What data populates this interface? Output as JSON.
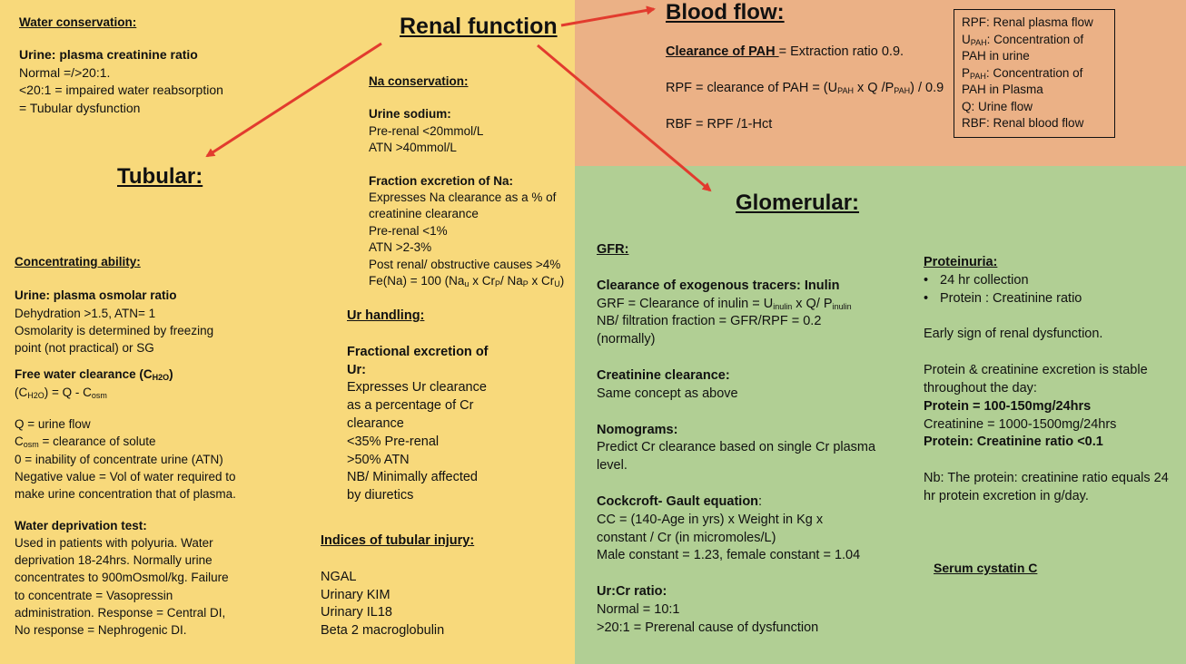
{
  "title": "Renal function",
  "sections": {
    "tubular_title": "Tubular:",
    "blood_title": "Blood flow:",
    "glom_title": "Glomerular:"
  },
  "water": {
    "heading": "Water conservation:",
    "sub": "Urine: plasma creatinine ratio",
    "l1": "Normal =/>20:1.",
    "l2": "<20:1 = impaired water reabsorption",
    "l3": "= Tubular dysfunction"
  },
  "conc": {
    "heading": "Concentrating ability:",
    "sub1": "Urine: plasma osmolar ratio",
    "l1": "Dehydration >1.5, ATN= 1",
    "l2": "Osmolarity is determined by freezing",
    "l3": "point (not practical) or SG",
    "sub2_a": "Free water clearance (C",
    "sub2_sub": "H2O",
    "sub2_b": ")",
    "eq_a": "(C",
    "eq_sub": "H2O",
    "eq_b": ") = Q - C",
    "eq_sub2": "osm",
    "q": "Q = urine flow",
    "cosm_a": "C",
    "cosm_sub": "osm",
    "cosm_b": " = clearance of solute",
    "l4": "0 = inability of concentrate urine (ATN)",
    "l5": "Negative value = Vol of water required to",
    "l6": "make urine concentration that of plasma.",
    "sub3": "Water deprivation test:",
    "w1": "Used in patients with polyuria. Water",
    "w2": "deprivation 18-24hrs. Normally urine",
    "w3": "concentrates to 900mOsmol/kg. Failure",
    "w4": "to concentrate = Vasopressin",
    "w5": "administration. Response = Central DI,",
    "w6": "No response = Nephrogenic DI."
  },
  "na": {
    "heading": "Na conservation:",
    "sub1": "Urine sodium:",
    "l1": "Pre-renal <20mmol/L",
    "l2": "ATN >40mmol/L",
    "sub2": "Fraction excretion of Na:",
    "l3": "Expresses Na clearance as a % of",
    "l4": "creatinine clearance",
    "l5": "Pre-renal <1%",
    "l6": "ATN >2-3%",
    "l7": "Post renal/ obstructive causes >4%",
    "fe_a": "Fe(Na) = 100 (Na",
    "fe_s1": "u",
    "fe_b": " x Cr",
    "fe_s2": "P",
    "fe_c": "/ Na",
    "fe_s3": "P",
    "fe_d": " x Cr",
    "fe_s4": "U",
    "fe_e": ")"
  },
  "ur": {
    "heading": "Ur handling:",
    "sub1": "Fractional excretion of",
    "sub1b": "Ur:",
    "l1": "Expresses Ur clearance",
    "l2": "as a percentage of Cr",
    "l3": "clearance",
    "l4": "<35% Pre-renal",
    "l5": ">50% ATN",
    "l6": "NB/ Minimally affected",
    "l7": "by diuretics"
  },
  "indices": {
    "heading": "Indices of tubular injury:",
    "items": [
      "NGAL",
      "Urinary KIM",
      "Urinary IL18",
      "Beta 2 macroglobulin"
    ]
  },
  "blood": {
    "pah_label": "Clearance of PAH ",
    "pah_rest": "= Extraction ratio 0.9.",
    "rpf_a": "RPF = clearance of PAH = (U",
    "rpf_s1": "PAH",
    "rpf_b": " x Q /P",
    "rpf_s2": "PAH",
    "rpf_c": ") / 0.9",
    "rbf": "RBF = RPF /1-Hct"
  },
  "legend": {
    "l1": "RPF: Renal plasma flow",
    "l2_a": "U",
    "l2_s": "PAH",
    "l2_b": ": Concentration of",
    "l3": "PAH in urine",
    "l4_a": "P",
    "l4_s": "PAH",
    "l4_b": ": Concentration of",
    "l5": "PAH in Plasma",
    "l6": "Q: Urine flow",
    "l7": "RBF: Renal blood flow"
  },
  "gfr": {
    "heading": "GFR:",
    "sub1": "Clearance of exogenous tracers: Inulin",
    "grf_a": "GRF = Clearance of inulin = U",
    "grf_s1": "inulin",
    "grf_b": " x Q/ P",
    "grf_s2": "inulin",
    "l2": "NB/ filtration fraction = GFR/RPF = 0.2",
    "l3": "(normally)",
    "sub2": "Creatinine clearance:",
    "l4": "Same concept as above",
    "sub3": "Nomograms:",
    "l5": "Predict Cr clearance based on single Cr plasma",
    "l6": "level.",
    "sub4": "Cockcroft- Gault equation",
    "sub4_colon": ":",
    "l7": "CC = (140-Age in yrs)  x Weight in Kg x",
    "l8": "constant / Cr (in micromoles/L)",
    "l9": "Male constant = 1.23, female constant = 1.04",
    "sub5": "Ur:Cr ratio:",
    "l10": "Normal = 10:1",
    "l11": ">20:1 = Prerenal cause of dysfunction"
  },
  "prot": {
    "heading": "Proteinuria:",
    "bullet": "•",
    "b1": "24 hr collection",
    "b2": "Protein : Creatinine ratio",
    "l1": "Early sign of renal dysfunction.",
    "l2": "Protein & creatinine excretion is stable",
    "l3": "throughout the day:",
    "l4": "Protein = 100-150mg/24hrs",
    "l5": "Creatinine = 1000-1500mg/24hrs",
    "l6": "Protein: Creatinine ratio <0.1",
    "l7": "Nb: The protein: creatinine ratio equals 24",
    "l8": "hr protein excretion in g/day.",
    "cystatin": "Serum cystatin C"
  },
  "colors": {
    "yellow_bg": "#f8d97b",
    "orange_bg": "#ebb186",
    "green_bg": "#b1cf94",
    "arrow": "#e23b2e"
  }
}
